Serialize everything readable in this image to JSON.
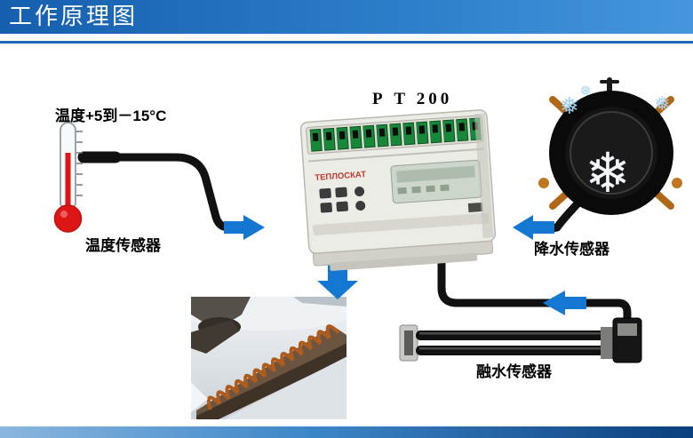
{
  "slide": {
    "title": "工作原理图"
  },
  "controller": {
    "model": "Р Т 200",
    "brand": "ТЕПЛОСКАТ"
  },
  "temperature_sensor": {
    "range": "温度+5到－15°C",
    "label": "温度传感器"
  },
  "precipitation_sensor": {
    "label": "降水传感器",
    "snowflake_icon": "❄",
    "snowflake_small_icon": "❅"
  },
  "meltwater_sensor": {
    "label": "融水传感器"
  },
  "colors": {
    "header_blue": "#2e7fcb",
    "rule_blue": "#1c6ab8",
    "arrow_blue": "#1478d2",
    "cable_black": "#111111",
    "footer_blue_dark": "#0c3f7e"
  }
}
